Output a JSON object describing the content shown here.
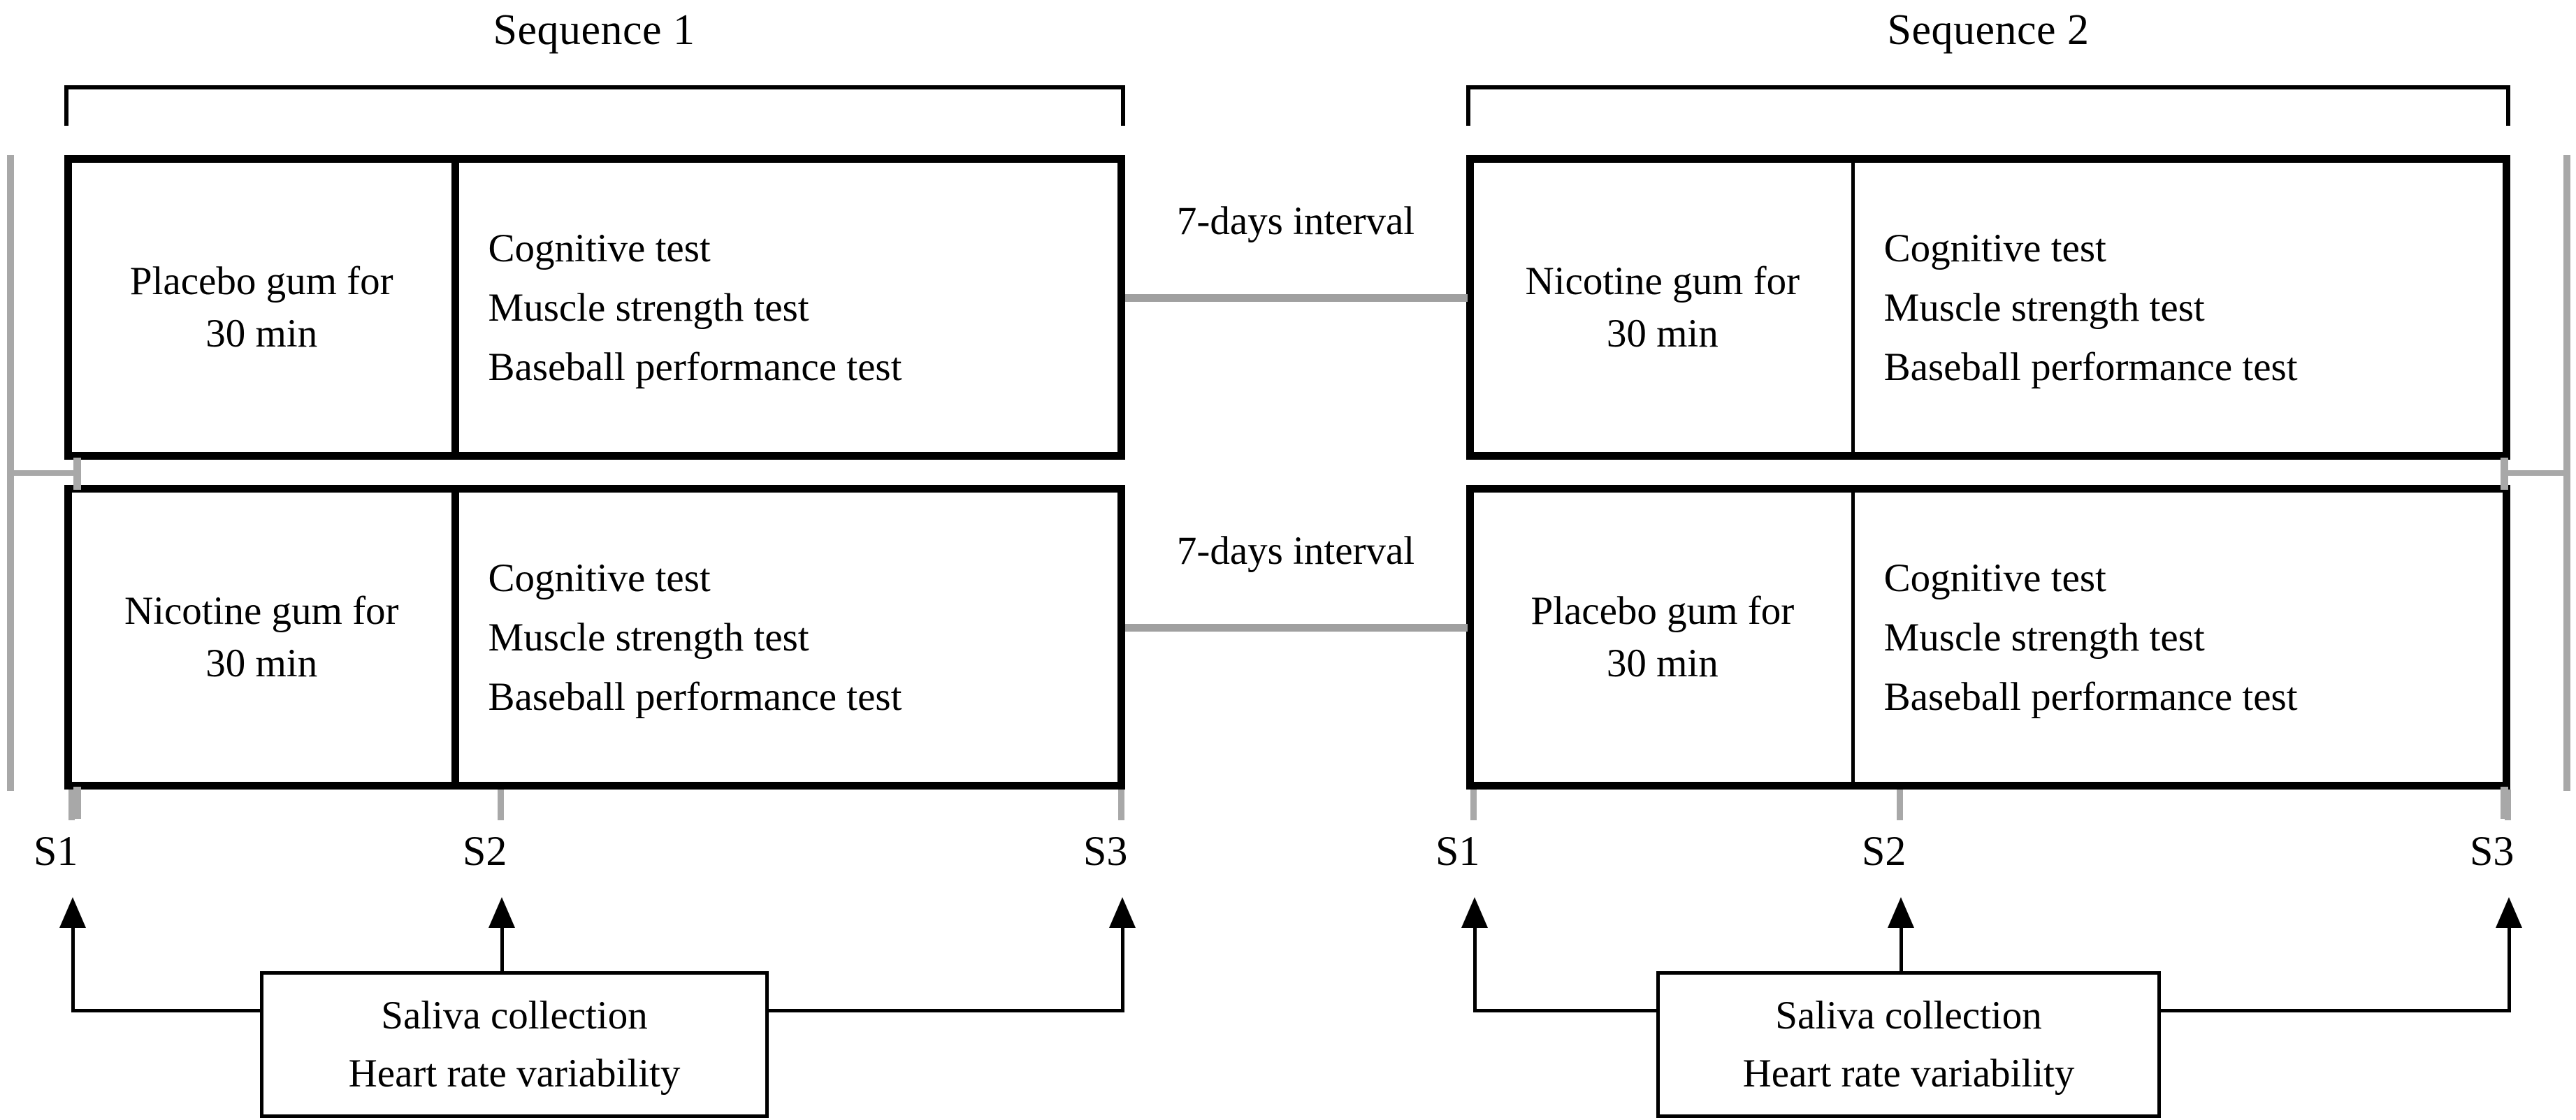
{
  "figure": {
    "type": "study-design-crossover-diagram",
    "background": "#ffffff",
    "ink": "#000000",
    "accent_gray": "#a0a0a0"
  },
  "sequences": [
    {
      "title": "Sequence 1",
      "periods": [
        {
          "treatment": "Placebo gum for\n30 min",
          "treatment_line1": "Placebo gum for",
          "treatment_line2": "30 min",
          "tests": [
            "Cognitive test",
            "Muscle strength test",
            "Baseball performance test"
          ]
        },
        {
          "treatment_line1": "Nicotine gum for",
          "treatment_line2": "30 min",
          "tests": [
            "Cognitive test",
            "Muscle strength test",
            "Baseball performance test"
          ]
        }
      ],
      "timepoints": [
        "S1",
        "S2",
        "S3"
      ],
      "sampling": {
        "line1": "Saliva collection",
        "line2": "Heart rate variability"
      }
    },
    {
      "title": "Sequence 2",
      "periods": [
        {
          "treatment_line1": "Nicotine gum for",
          "treatment_line2": "30 min",
          "tests": [
            "Cognitive test",
            "Muscle strength test",
            "Baseball performance test"
          ]
        },
        {
          "treatment_line1": "Placebo gum for",
          "treatment_line2": "30 min",
          "tests": [
            "Cognitive test",
            "Muscle strength test",
            "Baseball performance test"
          ]
        }
      ],
      "timepoints": [
        "S1",
        "S2",
        "S3"
      ],
      "sampling": {
        "line1": "Saliva collection",
        "line2": "Heart rate variability"
      }
    }
  ],
  "intervals": {
    "row1_label": "7-days interval",
    "row2_label": "7-days interval"
  }
}
